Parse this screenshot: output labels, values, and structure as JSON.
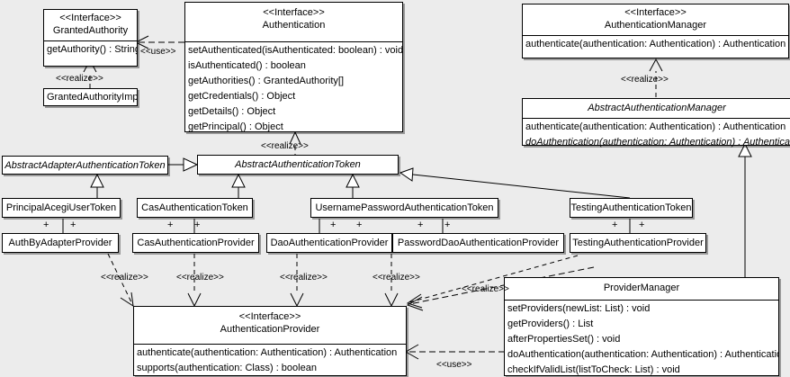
{
  "diagram": {
    "type": "uml-class-diagram",
    "background": "#ececec",
    "box_fill": "#ffffff",
    "line_color": "#000000"
  },
  "classes": {
    "granted_authority": {
      "stereotype": "<<Interface>>",
      "name": "GrantedAuthority",
      "members": [
        "getAuthority() : String"
      ]
    },
    "granted_authority_impl": {
      "name": "GrantedAuthorityImpl"
    },
    "authentication": {
      "stereotype": "<<Interface>>",
      "name": "Authentication",
      "members": [
        "setAuthenticated(isAuthenticated: boolean) : void",
        "isAuthenticated() : boolean",
        "getAuthorities() : GrantedAuthority[]",
        "getCredentials() : Object",
        "getDetails() : Object",
        "getPrincipal() : Object"
      ]
    },
    "authentication_manager": {
      "stereotype": "<<Interface>>",
      "name": "AuthenticationManager",
      "members": [
        "authenticate(authentication: Authentication) : Authentication"
      ]
    },
    "abstract_authentication_manager": {
      "name": "AbstractAuthenticationManager",
      "members": [
        "authenticate(authentication: Authentication) : Authentication",
        "doAuthentication(authentication: Authentication) : Authentication"
      ]
    },
    "abstract_adapter_authentication_token": {
      "name": "AbstractAdapterAuthenticationToken"
    },
    "abstract_authentication_token": {
      "name": "AbstractAuthenticationToken"
    },
    "principal_acegi_user_token": {
      "name": "PrincipalAcegiUserToken"
    },
    "cas_authentication_token": {
      "name": "CasAuthenticationToken"
    },
    "username_password_authentication_token": {
      "name": "UsernamePasswordAuthenticationToken"
    },
    "testing_authentication_token": {
      "name": "TestingAuthenticationToken"
    },
    "auth_by_adapter_provider": {
      "name": "AuthByAdapterProvider"
    },
    "cas_authentication_provider": {
      "name": "CasAuthenticationProvider"
    },
    "dao_authentication_provider": {
      "name": "DaoAuthenticationProvider"
    },
    "password_dao_authentication_provider": {
      "name": "PasswordDaoAuthenticationProvider"
    },
    "testing_authentication_provider": {
      "name": "TestingAuthenticationProvider"
    },
    "authentication_provider": {
      "stereotype": "<<Interface>>",
      "name": "AuthenticationProvider",
      "members": [
        "authenticate(authentication: Authentication) : Authentication",
        "supports(authentication: Class) : boolean"
      ]
    },
    "provider_manager": {
      "name": "ProviderManager",
      "members": [
        "setProviders(newList: List) : void",
        "getProviders() : List",
        "afterPropertiesSet() : void",
        "doAuthentication(authentication: Authentication) : Authentication",
        "checkIfValidList(listToCheck: List) : void"
      ]
    }
  },
  "edge_labels": {
    "use_granted_authority": "<<use>>",
    "realize_granted_authority_impl": "<<realize>>",
    "realize_abstract_authentication_token": "<<realize>>",
    "realize_abstract_authentication_manager": "<<realize>>",
    "realize_auth_by_adapter": "<<realize>>",
    "realize_cas_provider": "<<realize>>",
    "realize_dao_provider": "<<realize>>",
    "realize_password_dao_provider": "<<realize>>",
    "realize_provider_manager": "<<realize>>",
    "use_provider_manager": "<<use>>"
  },
  "association_markers": {
    "plus": "+"
  }
}
